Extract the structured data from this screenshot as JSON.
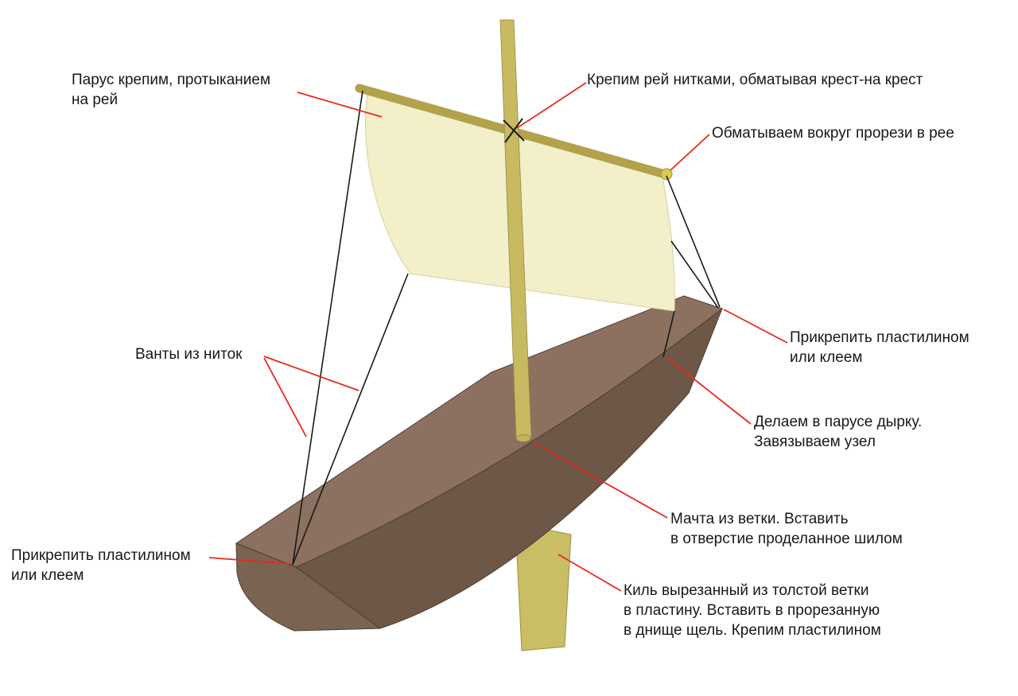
{
  "annotations": {
    "sail_attach": "Парус крепим, протыканием\nна рей",
    "yard_lashing": "Крепим рей нитками, обматывая крест-на крест",
    "yard_slot": "Обматываем вокруг прорези в рее",
    "attach_right": "Прикрепить пластилином\nили клеем",
    "sail_hole": "Делаем в парусе дырку.\nЗавязываем узел",
    "mast": "Мачта из ветки. Вставить\nв отверстие проделанное шилом",
    "keel": "Киль вырезанный из толстой ветки\nв пластину. Вставить в прорезанную\nв днище щель. Крепим пластилином",
    "shrouds": "Ванты из ниток",
    "attach_left": "Прикрепить пластилином\nили клеем"
  },
  "colors": {
    "hull_deck": "#8c7060",
    "hull_side": "#6d5746",
    "hull_bow": "#7b6351",
    "mast": "#c8ba60",
    "yard": "#b2a24c",
    "yard_cap": "#d9c94f",
    "mast_base": "#c2b456",
    "sail": "#f2efc9",
    "keel": "#c9bd66",
    "thread": "#1a1a1a",
    "leader": "#e8291f",
    "text": "#181818"
  }
}
